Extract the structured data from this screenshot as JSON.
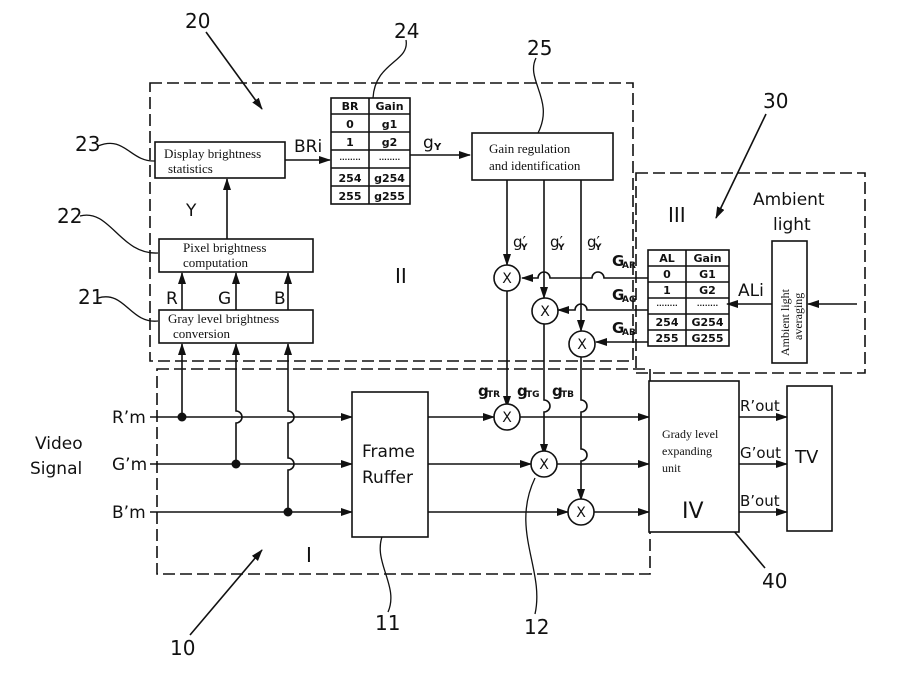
{
  "refs": {
    "r10": "10",
    "r11": "11",
    "r12": "12",
    "r20": "20",
    "r21": "21",
    "r22": "22",
    "r23": "23",
    "r24": "24",
    "r25": "25",
    "r30": "30",
    "r40": "40"
  },
  "blocks": {
    "display_brightness": [
      "Display brightness",
      "statistics"
    ],
    "pixel_brightness": [
      "Pixel brightness",
      "computation"
    ],
    "gray_level": [
      "Gray level brightness",
      "conversion"
    ],
    "gain_regulation": [
      "Gain regulation",
      "and identification"
    ],
    "frame_buffer": [
      "Frame",
      "Ruffer"
    ],
    "grady_level": [
      "Grady level",
      "expanding",
      "unit"
    ],
    "tv": "TV",
    "ambient_averaging": [
      "Ambient light",
      "averaging"
    ]
  },
  "regions": {
    "I": "I",
    "II": "II",
    "III": "III",
    "IV": "IV"
  },
  "signals": {
    "video_signal": [
      "Video",
      "Signal"
    ],
    "inputs": [
      "R’m",
      "G’m",
      "B’m"
    ],
    "outputs": [
      "R’out",
      "G’out",
      "B’out"
    ],
    "rgb": [
      "R",
      "G",
      "B"
    ],
    "Y": "Y",
    "BRi": "BRi",
    "gY": "g",
    "gY_sub": "Y",
    "gY_prime": "g′",
    "gT": [
      [
        "g",
        "TR"
      ],
      [
        "g",
        "TG"
      ],
      [
        "g",
        "TB"
      ]
    ],
    "GA": [
      [
        "G",
        "AR"
      ],
      [
        "G",
        "AG"
      ],
      [
        "G",
        "AB"
      ]
    ],
    "ALi": "ALi",
    "ambient_light": [
      "Ambient",
      "light"
    ],
    "multiplier": "X"
  },
  "br_table": {
    "headers": [
      "BR",
      "Gain"
    ],
    "rows": [
      [
        "0",
        "g1"
      ],
      [
        "1",
        "g2"
      ],
      [
        "........",
        "........"
      ],
      [
        "254",
        "g254"
      ],
      [
        "255",
        "g255"
      ]
    ]
  },
  "al_table": {
    "headers": [
      "AL",
      "Gain"
    ],
    "rows": [
      [
        "0",
        "G1"
      ],
      [
        "1",
        "G2"
      ],
      [
        "........",
        "........"
      ],
      [
        "254",
        "G254"
      ],
      [
        "255",
        "G255"
      ]
    ]
  }
}
